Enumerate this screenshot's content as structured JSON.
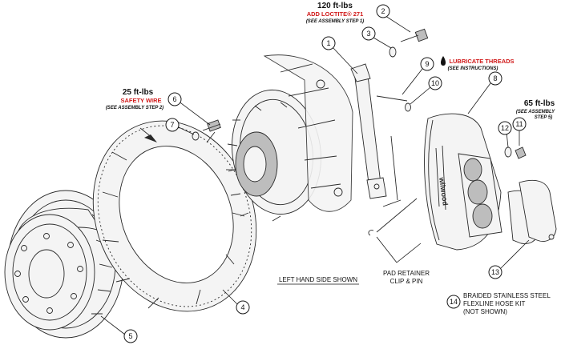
{
  "callouts": {
    "c1": "1",
    "c2": "2",
    "c3": "3",
    "c4": "4",
    "c5": "5",
    "c6": "6",
    "c7": "7",
    "c8": "8",
    "c9": "9",
    "c10": "10",
    "c11": "11",
    "c12": "12",
    "c13": "13",
    "c14": "14"
  },
  "notes": {
    "bolt_torque": "120 ft-lbs",
    "bolt_loctite": "ADD LOCTITE® 271",
    "bolt_see": "(SEE ASSEMBLY STEP 1)",
    "lube_title": "LUBRICATE THREADS",
    "lube_see": "(SEE INSTRUCTIONS)",
    "rotor_torque": "25 ft-lbs",
    "rotor_wire": "SAFETY WIRE",
    "rotor_see": "(SEE ASSEMBLY STEP 2)",
    "nut_torque": "65 ft-lbs",
    "nut_see1": "(SEE ASSEMBLY",
    "nut_see2": "STEP 5)",
    "pad_line1": "PAD RETAINER",
    "pad_line2": "CLIP & PIN",
    "side": "LEFT HAND SIDE SHOWN",
    "hose1": "BRAIDED STAINLESS STEEL",
    "hose2": "FLEXLINE HOSE KIT",
    "hose3": "(NOT SHOWN)"
  },
  "colors": {
    "warning": "#d11a1a",
    "ink": "#1a1a1a"
  }
}
